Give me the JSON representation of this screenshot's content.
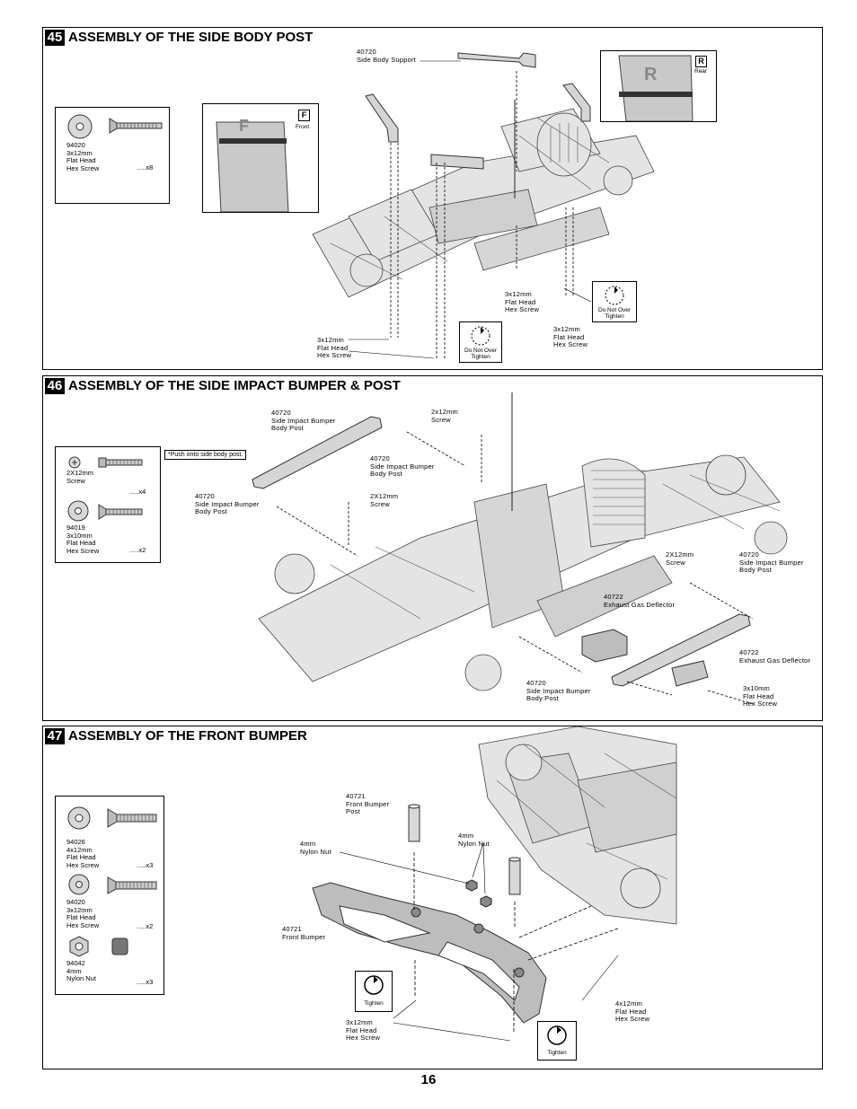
{
  "page_number": "16",
  "steps": [
    {
      "number": "45",
      "title": "ASSEMBLY OF THE SIDE BODY POST",
      "parts": [
        {
          "label": "94020\n3x12mm\nFlat  Head\nHex Screw",
          "qty": ".....x8"
        }
      ],
      "labels": {
        "support": "40720\nSide Body Support",
        "screw_a": "3x12mm\nFlat  Head\nHex Screw",
        "screw_b": "3x12mm\nFlat  Head\nHex Screw",
        "screw_c": "3x12mm\nFlat  Head\nHex Screw"
      },
      "front_flag": "F",
      "front_caption": "Front",
      "rear_flag": "R",
      "rear_caption": "Rear",
      "do_not_over_tighten": "Do Not\nOver Tighten"
    },
    {
      "number": "46",
      "title": "ASSEMBLY OF THE SIDE IMPACT BUMPER & POST",
      "parts": [
        {
          "label": "2X12mm\nScrew",
          "qty": ".....x4"
        },
        {
          "label": "94019\n3x10mm\nFlat  Head\nHex Screw",
          "qty": ".....x2"
        }
      ],
      "note": "*Push onto side body post.",
      "labels": {
        "post_top": "40720\nSide Impact Bumper\nBody Post",
        "screw_top": "2x12mm\nScrew",
        "post_mid": "40720\nSide Impact Bumper\nBody Post",
        "post_left": "40720\nSide Impact Bumper\nBody Post",
        "screw_mid": "2X12mm\nScrew",
        "screw_right": "2X12mm\nScrew",
        "post_right": "40720\nSide Impact Bumper\nBody Post",
        "deflector": "40722\nExhaust Gas Deflector",
        "deflector_right": "40722\nExhaust Gas Deflector",
        "post_bottom": "40720\nSide Impact Bumper\nBody Post",
        "screw_bottom": "3x10mm\nFlat  Head\nHex Screw"
      }
    },
    {
      "number": "47",
      "title": "ASSEMBLY OF THE FRONT BUMPER",
      "parts": [
        {
          "label": "94026\n4x12mm\nFlat  Head\nHex Screw",
          "qty": ".....x3"
        },
        {
          "label": "94020\n3x12mm\nFlat  Head\nHex Screw",
          "qty": ".....x2"
        },
        {
          "label": "94042\n4mm\nNylon Nut",
          "qty": ".....x3"
        }
      ],
      "labels": {
        "bumper_post": "40721\nFront Bumper\nPost",
        "nut_left": "4mm\nNylon Nut",
        "nut_right": "4mm\nNylon Nut",
        "bumper": "40721\nFront Bumper",
        "screw_small": "3x12mm\nFlat  Head\nHex Screw",
        "screw_large": "4x12mm\nFlat  Head\nHex Screw"
      },
      "tighten": "Tighten"
    }
  ]
}
